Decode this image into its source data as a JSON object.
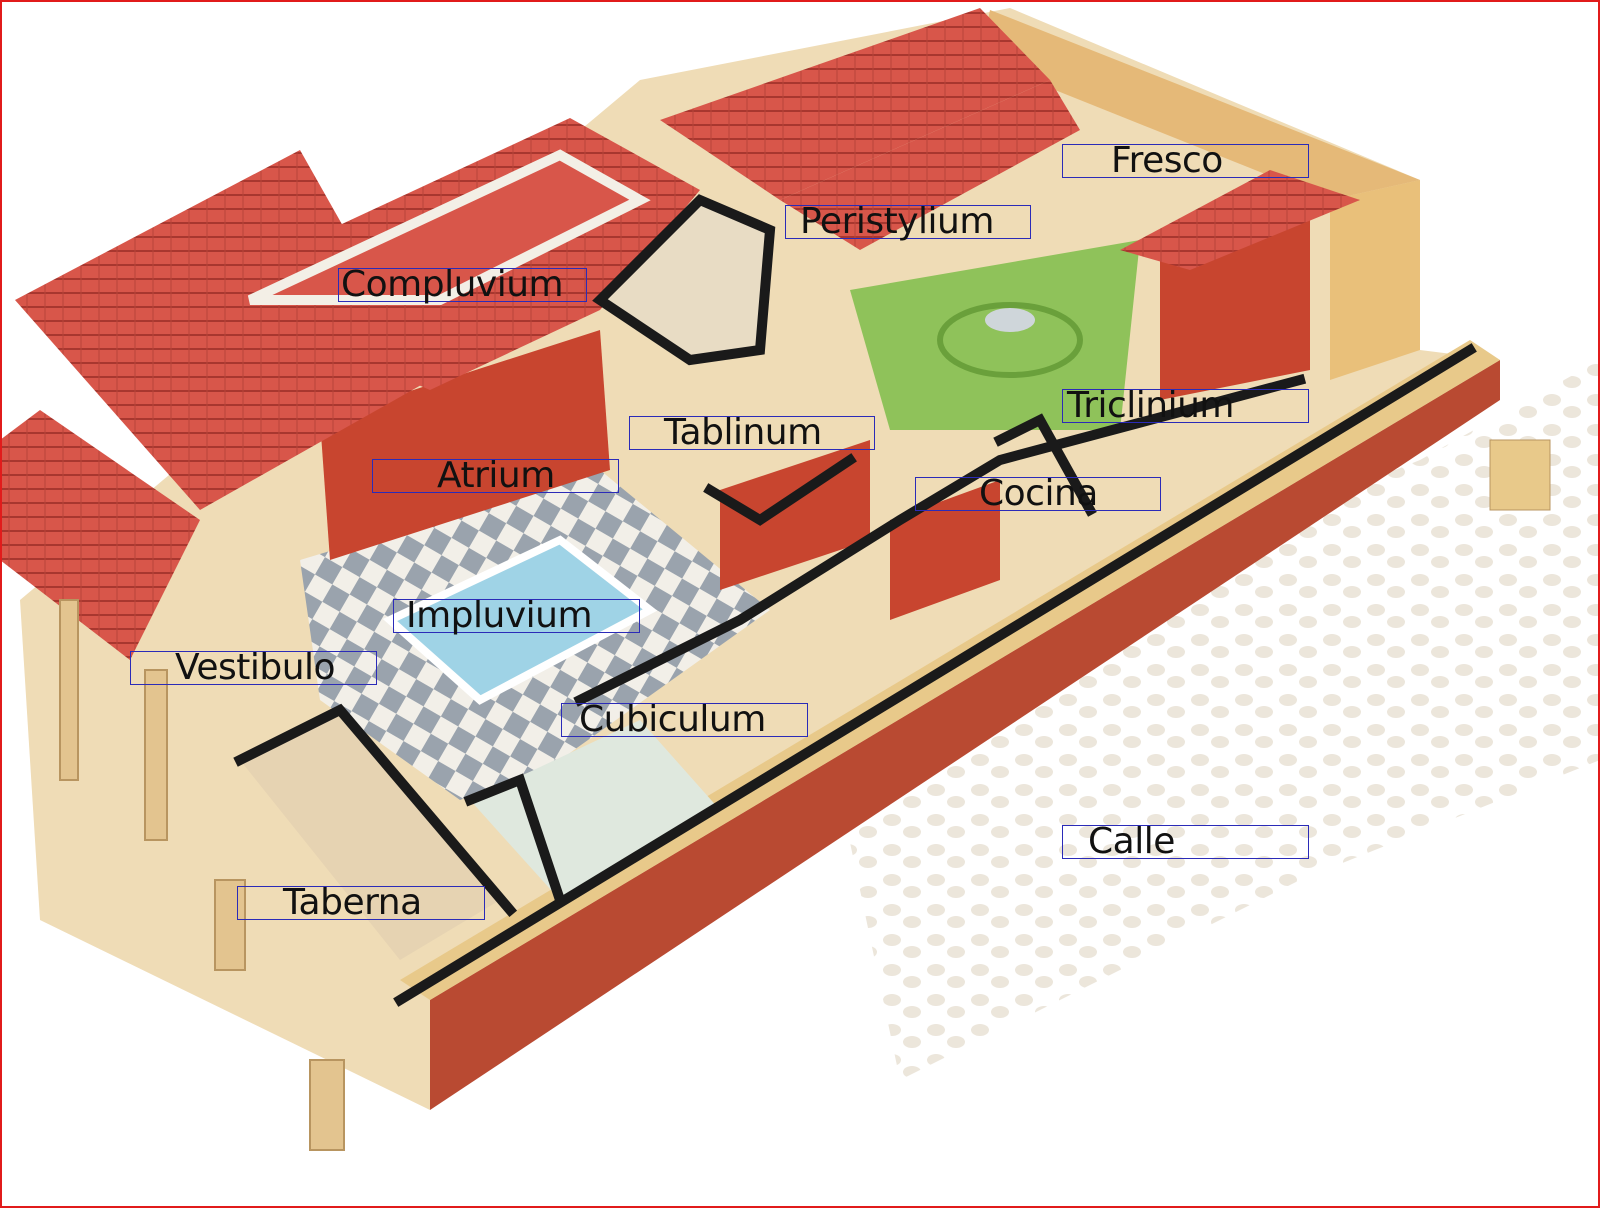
{
  "diagram": {
    "subject": "roman-domus-cutaway",
    "frame_color": "#e11b1b",
    "label_box_color": "#2b2bb8",
    "colors": {
      "roof_tile": "#d8564a",
      "roof_dark": "#a8372f",
      "wall_ochre": "#e9c07a",
      "wall_red": "#c8452f",
      "floor_check_light": "#f2efe8",
      "floor_check_dark": "#9aa3ad",
      "pool_water": "#9fd3e6",
      "garden_green": "#8fc25a",
      "street_stone": "#efe3cf"
    }
  },
  "labels": [
    {
      "id": "fresco",
      "text": "Fresco"
    },
    {
      "id": "peristylium",
      "text": "Peristylium"
    },
    {
      "id": "compluvium",
      "text": "Compluvium"
    },
    {
      "id": "triclinium",
      "text": "Triclinium"
    },
    {
      "id": "tablinum",
      "text": "Tablinum"
    },
    {
      "id": "atrium",
      "text": "Atrium"
    },
    {
      "id": "cocina",
      "text": "Cocina"
    },
    {
      "id": "impluvium",
      "text": "Impluvium"
    },
    {
      "id": "vestibulo",
      "text": "Vestibulo"
    },
    {
      "id": "cubiculum",
      "text": "Cubiculum"
    },
    {
      "id": "calle",
      "text": "Calle"
    },
    {
      "id": "taberna",
      "text": "Taberna"
    }
  ]
}
